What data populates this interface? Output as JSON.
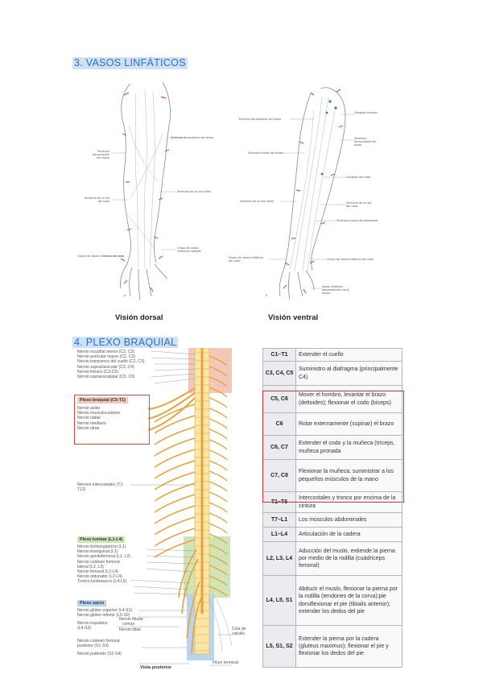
{
  "sections": {
    "lymph": {
      "heading": "3.  VASOS LINFÁTICOS"
    },
    "plexus": {
      "heading": "4.  PLEXO BRAQUIAL"
    }
  },
  "lymph_figure": {
    "dorsal": {
      "caption": "Visión dorsal",
      "panel_letter": "a",
      "labels": {
        "dorsolateral": "Territorio dorsolateral del brazo",
        "dorsomedial": "Territorio dorsomedial del brazo",
        "elbow_net": "Territorio de la red del codo",
        "radial_net": "Territorio de la red radial",
        "vessel_group": "Grupo de vasos linfáticos del codo",
        "radial_vessels": "Grupo de vasos linfáticos radiales"
      }
    },
    "ventral": {
      "caption": "Visión ventral",
      "panel_letter": "b",
      "labels": {
        "dorsolateral": "Territorio dorsolateral del brazo",
        "axillary_nodes": "Ganglios axilares",
        "dorsomedial": "Territorio dorsomedial del brazo",
        "medial_arm": "Territorio medio del brazo",
        "elbow_nodes": "Ganglios del codo",
        "radial_net": "Territorio de la red radial",
        "elbow_net": "Territorio de la red del codo",
        "medial_forearm": "Territorio medio del antebrazo",
        "vessel_group_left": "Grupo de vasos linfáticos del codo",
        "vessel_group_right": "Grupo de vasos linfáticos del codo",
        "descending": "Vasos linfáticos descendentes hacia dorsal"
      }
    }
  },
  "plexus_figure": {
    "cervical_nerves": [
      "Nervio occipital menor (C2, C3)",
      "Nervio auricular mayor (C2, C3)",
      "Nervio transverso del cuello (C2, C3)",
      "Nervio supraclavicular (C3, C4)",
      "Nervio frénico (C3-C5)",
      "Nervio supraescapular (C5, C6)"
    ],
    "brachial_title": "Plexo braquial (C5-T1)",
    "brachial_nerves": [
      "Nervio axilar",
      "Nervio musculocutáneo",
      "Nervio radial",
      "Nervio mediano",
      "Nervio ulnar"
    ],
    "intercostal": "Nervios intercostales (T1-T12)",
    "lumbar_title": "Plexo lumbar (L1-L4)",
    "lumbar_nerves": [
      "Nervio iliohipogástrico (L1)",
      "Nervio ilioinguinal (L1)",
      "Nervio genitofemoral (L1, L2)",
      "Nervio cutáneo femoral",
      "lateral (L2, L3)",
      "Nervio femoral (L2-L4)",
      "Nervio obturador (L2-L4)",
      "Tronco lumbosacro (L4-L5)"
    ],
    "sacral_title": "Plexo sacro",
    "sacral_nerves": [
      "Nervio glúteo superior (L4-S1)",
      "Nervio glúteo inferior (L5-S2)"
    ],
    "sciatic": "Nervio isquiático",
    "sciatic_seg": "(L4-S3)",
    "fibular": "Nervio fibular",
    "fibular2": "común",
    "tibial": "Nervio tibial",
    "post_femoral": "Nervio cutáneo femoral",
    "post_femoral2": "posterior (S1-S3)",
    "pudendal": "Nervio pudendo (S2-S4)",
    "cauda": "Cola de caballo",
    "filum": "Filum terminal",
    "view": "Vista posterior"
  },
  "myotome_table": {
    "rows": [
      {
        "seg": "C1–T1",
        "desc": "Extender el cuello"
      },
      {
        "seg": "C3, C4, C5",
        "desc": "Suministro al diafragma (principalmente C4)"
      },
      {
        "seg": "C5, C6",
        "desc": "Mover el hombro, levantar el brazo (deltoides); flexionar el codo (bíceps)"
      },
      {
        "seg": "C6",
        "desc": "Rotar externamente (supinar) el brazo"
      },
      {
        "seg": "C6, C7",
        "desc": "Extender el codo y la muñeca (tríceps, muñeca pronada"
      },
      {
        "seg": "C7, C8",
        "desc": "Flexionar la muñeca; suministrar a los pequeños músculos de la mano"
      },
      {
        "seg": "T1–T6",
        "desc": "Intercostales y tronco por encima de la cintura"
      },
      {
        "seg": "T7–L1",
        "desc": "Los músculos abdominales"
      },
      {
        "seg": "L1–L4",
        "desc": "Articulación de la cadera"
      },
      {
        "seg": "L2, L3, L4",
        "desc": "Aducción del muslo, extiende la pierna por medio de la rodilla (cuádriceps femoral)"
      },
      {
        "seg": "L4, L5, S1",
        "desc": "Abducir el muslo, flexionar la pierna por la rodilla (tendones de la corva);pie dorsiflexionar el pie (tibialis anterior); extender los dedos del pie"
      },
      {
        "seg": "L5, S1, S2",
        "desc": "Extender la pierna por la cadera (gluteus maximus); flexionar el pie y flexionar los dedos del pie"
      }
    ]
  },
  "colors": {
    "heading_blue": "#2d6fc4",
    "highlight": "#cfe1f7",
    "red_frame": "#d33333",
    "link": "#3366cc",
    "cervical_pink": "#f2c9b8",
    "lumbar_green": "#cfe5b8",
    "sacral_blue": "#b9d4ef"
  }
}
